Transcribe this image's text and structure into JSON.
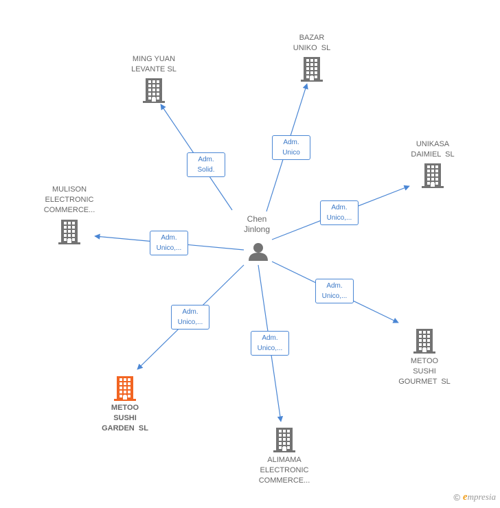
{
  "center": {
    "name_lines": [
      "Chen",
      "Jinlong"
    ]
  },
  "companies": [
    {
      "id": "bazar",
      "lines": [
        "BAZAR",
        "UNIKO  SL"
      ],
      "highlight": false
    },
    {
      "id": "ming",
      "lines": [
        "MING YUAN",
        "LEVANTE SL"
      ],
      "highlight": false
    },
    {
      "id": "unikasa",
      "lines": [
        "UNIKASA",
        "DAIMIEL  SL"
      ],
      "highlight": false
    },
    {
      "id": "mulison",
      "lines": [
        "MULISON",
        "ELECTRONIC",
        "COMMERCE..."
      ],
      "highlight": false
    },
    {
      "id": "gourmet",
      "lines": [
        "METOO",
        "SUSHI",
        "GOURMET  SL"
      ],
      "highlight": false
    },
    {
      "id": "garden",
      "lines": [
        "METOO",
        "SUSHI",
        "GARDEN  SL"
      ],
      "highlight": true
    },
    {
      "id": "alimama",
      "lines": [
        "ALIMAMA",
        "ELECTRONIC",
        "COMMERCE..."
      ],
      "highlight": false
    }
  ],
  "edges": [
    {
      "to": "bazar",
      "lines": [
        "Adm.",
        "Unico"
      ]
    },
    {
      "to": "ming",
      "lines": [
        "Adm.",
        "Solid."
      ]
    },
    {
      "to": "unikasa",
      "lines": [
        "Adm.",
        "Unico,..."
      ]
    },
    {
      "to": "mulison",
      "lines": [
        "Adm.",
        "Unico,..."
      ]
    },
    {
      "to": "gourmet",
      "lines": [
        "Adm.",
        "Unico,..."
      ]
    },
    {
      "to": "garden",
      "lines": [
        "Adm.",
        "Unico,..."
      ]
    },
    {
      "to": "alimama",
      "lines": [
        "Adm.",
        "Unico,..."
      ]
    }
  ],
  "colors": {
    "edge": "#4a86d4",
    "building": "#737373",
    "building_highlight": "#f26522",
    "person": "#737373"
  },
  "footer": {
    "copyright_symbol": "©",
    "brand_first": "e",
    "brand_rest": "mpresia"
  }
}
